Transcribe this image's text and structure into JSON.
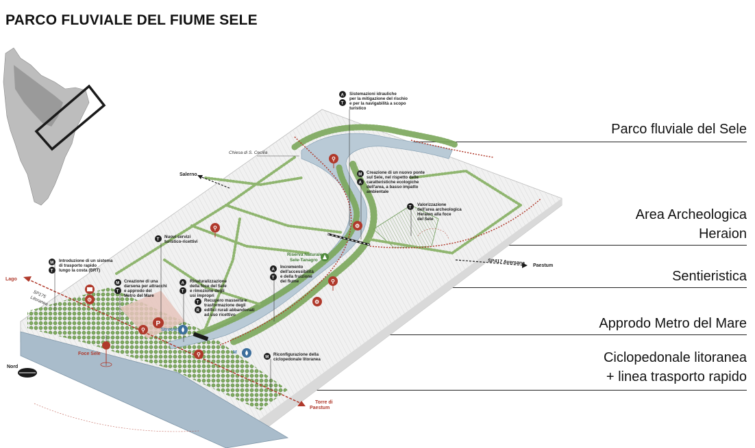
{
  "title": "PARCO FLUVIALE DEL FIUME SELE",
  "legend": [
    {
      "line1": "Parco fluviale del Sele",
      "line2": ""
    },
    {
      "line1": "Area Archeologica",
      "line2": "Heraion"
    },
    {
      "line1": "Sentieristica",
      "line2": ""
    },
    {
      "line1": "Approdo Metro del Mare",
      "line2": ""
    },
    {
      "line1": "Ciclopedonale litoranea",
      "line2": "+ linea trasporto rapido"
    }
  ],
  "annotations": {
    "a1": [
      "Sistemazioni idrauliche",
      "per la mitigazione del rischio",
      "e per la navigabilità a scopo",
      "turistico"
    ],
    "a2": [
      "Creazione di un nuovo ponte",
      "sul Sele, nel rispetto delle",
      "caratteristiche ecologiche",
      "dell'area, a basso impatto",
      "ambientale"
    ],
    "a3": [
      "Valorizzazione",
      "dell'area archeologica",
      "Heraion alla foce",
      "del Sele"
    ],
    "a4": [
      "Nuovi servizi",
      "turistico-ricettivi"
    ],
    "a5": [
      "Introduzione di un sistema",
      "di trasporto rapido",
      "lungo la costa (BRT)"
    ],
    "a6": [
      "Creazione di una",
      "darsena per attracchi",
      "e approdo del",
      "Metro del Mare"
    ],
    "a7": [
      "Rinaturalizzazione",
      "della foce del Sele",
      "e rimozione degli",
      "usi impropri"
    ],
    "a8": [
      "Recupero masseria e",
      "trasformazione degli",
      "edifici rurali abbandonati",
      "ad uso ricettivo"
    ],
    "a9": [
      "Incremento",
      "dell'accessibilità",
      "e della fruizione",
      "del fiume"
    ],
    "a10": [
      "Riconfigurazione della",
      "ciclopedonale litoranea"
    ]
  },
  "places": {
    "chiesa": "Chiesa di S. Cecilia",
    "salerno": "Salerno",
    "paestum": "Paestum",
    "sp417": "SP417 Aversana",
    "lago": "Lago",
    "sp175": "SP175",
    "litoranea": "Litoranea",
    "foce": "Foce Sele",
    "strovora": "Strovora",
    "riserva1": "Riserva Naturale",
    "riserva2": "Sele-Tanagro",
    "nord": "Nord",
    "torre1": "Torre di",
    "torre2": "Paestum",
    "m_label": "M"
  },
  "badges": {
    "A": "A",
    "T": "T",
    "M": "M",
    "R": "R",
    "P": "P"
  },
  "colors": {
    "river": "#b9cad6",
    "sea": "#a9bccb",
    "vegetation": "#7aa65a",
    "path_red": "#b0392b",
    "marker_red": "#b0392b",
    "marker_blue": "#3d6f9c",
    "badge_dark": "#1d1d1d",
    "archeo": "#9fbf8a",
    "darsena": "#e6c4bc"
  }
}
